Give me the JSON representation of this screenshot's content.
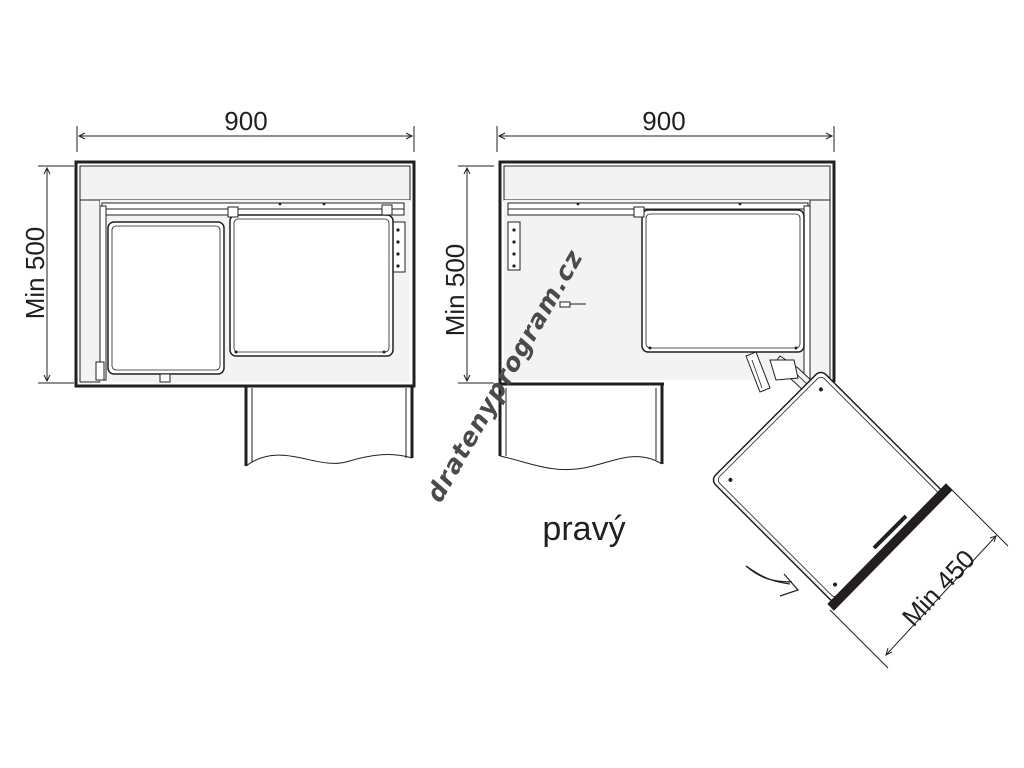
{
  "left_view": {
    "width_label": "900",
    "depth_label": "Min 500"
  },
  "right_view": {
    "width_label": "900",
    "depth_label": "Min 500",
    "opening_label": "Min 450",
    "side_label": "pravý"
  },
  "watermark": "dratenyprogram.cz",
  "colors": {
    "line": "#231f20",
    "cabinet_fill": "#f3f3f3",
    "bin_fill": "#ffffff"
  },
  "icons": {
    "rotation": "curved-arrow-icon"
  }
}
